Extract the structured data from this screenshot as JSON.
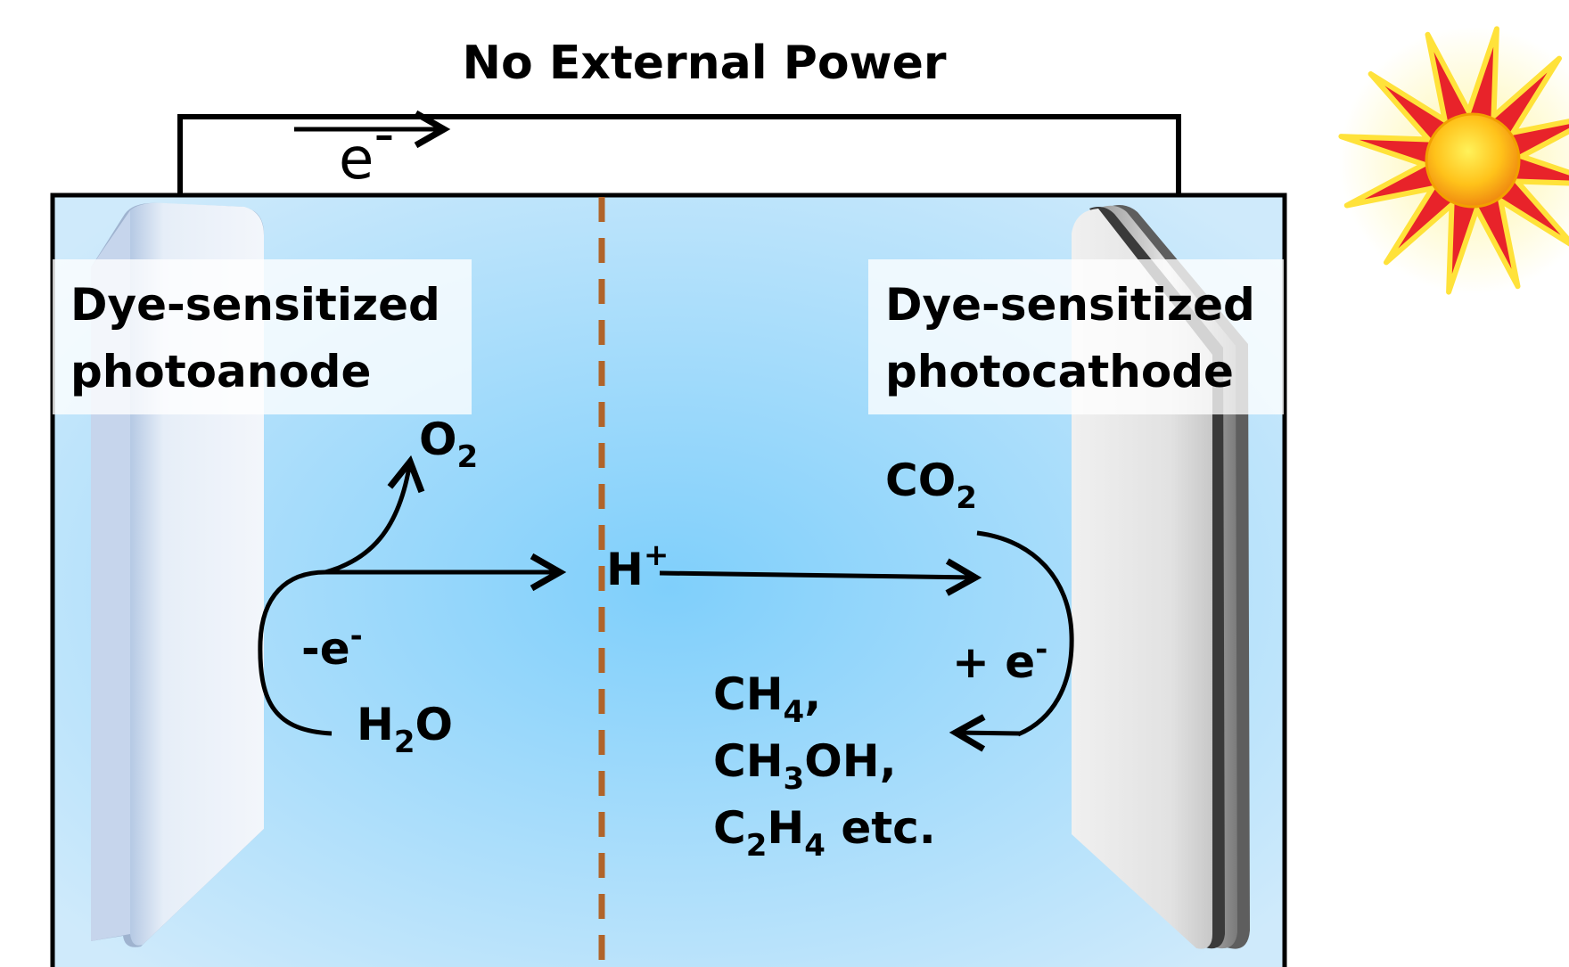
{
  "title": "No External Power",
  "external_circuit": {
    "electron_label": "e",
    "electron_charge": "-"
  },
  "photoanode": {
    "label_line1": "Dye-sensitized",
    "label_line2": "photoanode",
    "reactant_main": "H",
    "reactant_sub": "2",
    "reactant_tail": "O",
    "product_main": "O",
    "product_sub": "2",
    "electron_loss": "-e",
    "electron_loss_charge": "-"
  },
  "membrane": {
    "ion_main": "H",
    "ion_charge": "+"
  },
  "photocathode": {
    "label_line1": "Dye-sensitized",
    "label_line2": "photocathode",
    "reactant_main": "CO",
    "reactant_sub": "2",
    "electron_gain": "+ e",
    "electron_gain_charge": "-",
    "products": [
      {
        "parts": [
          {
            "t": "CH",
            "sub": false
          },
          {
            "t": "4",
            "sub": true
          },
          {
            "t": ",",
            "sub": false
          }
        ]
      },
      {
        "parts": [
          {
            "t": "CH",
            "sub": false
          },
          {
            "t": "3",
            "sub": true
          },
          {
            "t": "OH,",
            "sub": false
          }
        ]
      },
      {
        "parts": [
          {
            "t": "C",
            "sub": false
          },
          {
            "t": "2",
            "sub": true
          },
          {
            "t": "H",
            "sub": false
          },
          {
            "t": "4",
            "sub": true
          },
          {
            "t": " etc.",
            "sub": false
          }
        ]
      }
    ]
  },
  "colors": {
    "electrolyte_center": "#7fcffb",
    "electrolyte_edge": "#cfeafb",
    "membrane": "#b0642a",
    "sun_core": "#ffd21a",
    "sun_rays": "#e8232a",
    "wire": "#000000"
  }
}
